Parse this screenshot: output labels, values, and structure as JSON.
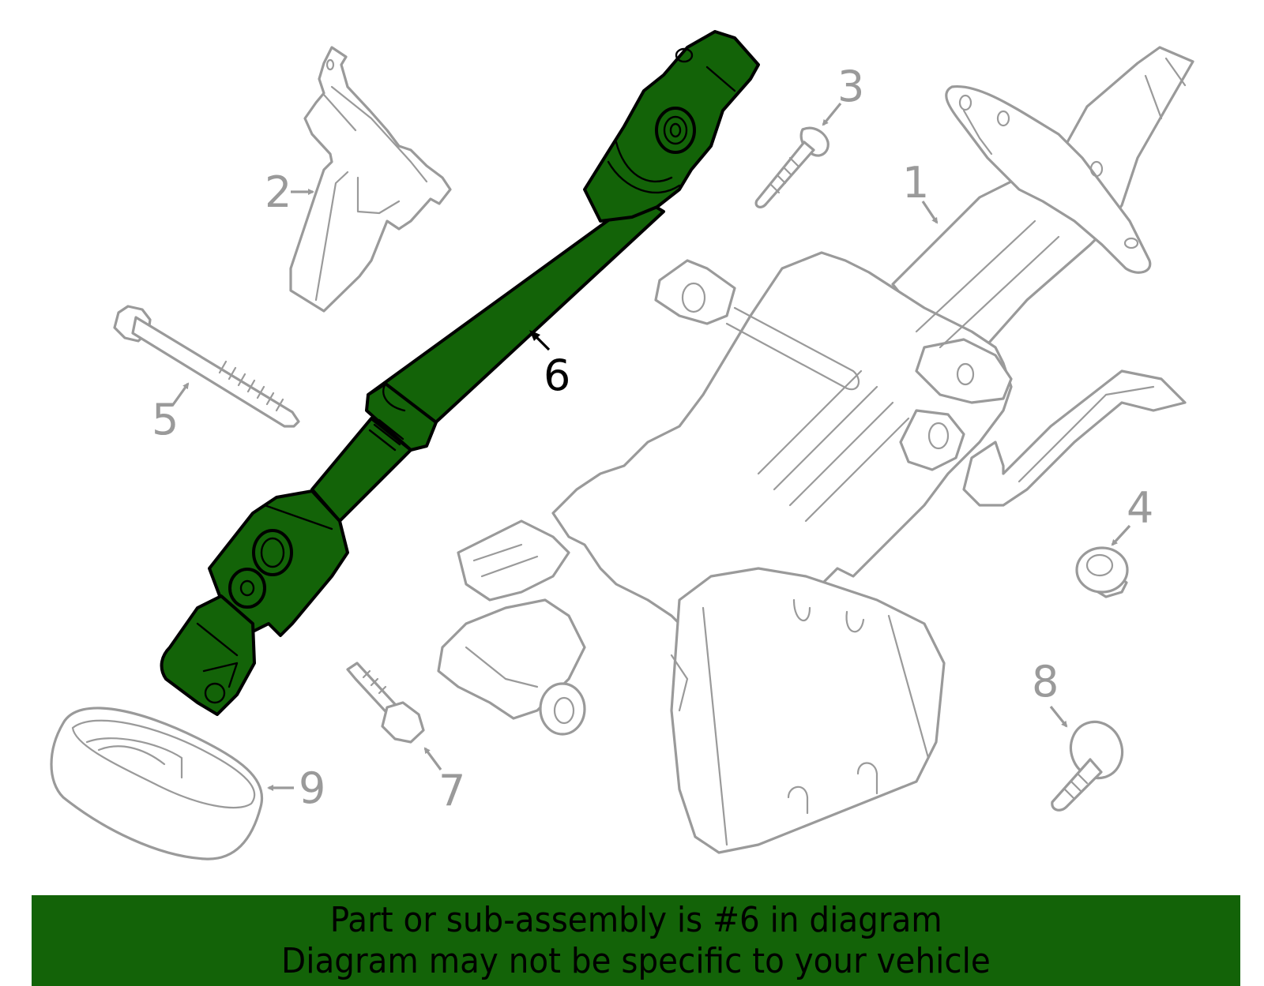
{
  "diagram": {
    "subject": "Steering column assembly exploded view",
    "highlighted_part": "6",
    "highlight_color": "#136308",
    "line_color": "#9a9a9a",
    "callouts": [
      {
        "number": "1",
        "part": "steering-column-assembly"
      },
      {
        "number": "2",
        "part": "bracket"
      },
      {
        "number": "3",
        "part": "bolt"
      },
      {
        "number": "4",
        "part": "nut"
      },
      {
        "number": "5",
        "part": "bolt"
      },
      {
        "number": "6",
        "part": "intermediate-shaft",
        "highlighted": true
      },
      {
        "number": "7",
        "part": "bolt"
      },
      {
        "number": "8",
        "part": "bolt"
      },
      {
        "number": "9",
        "part": "boot-seal"
      }
    ]
  },
  "banner": {
    "line1": "Part or sub-assembly is #6 in diagram",
    "line2": "Diagram may not be specific to your vehicle",
    "background": "#136308"
  }
}
